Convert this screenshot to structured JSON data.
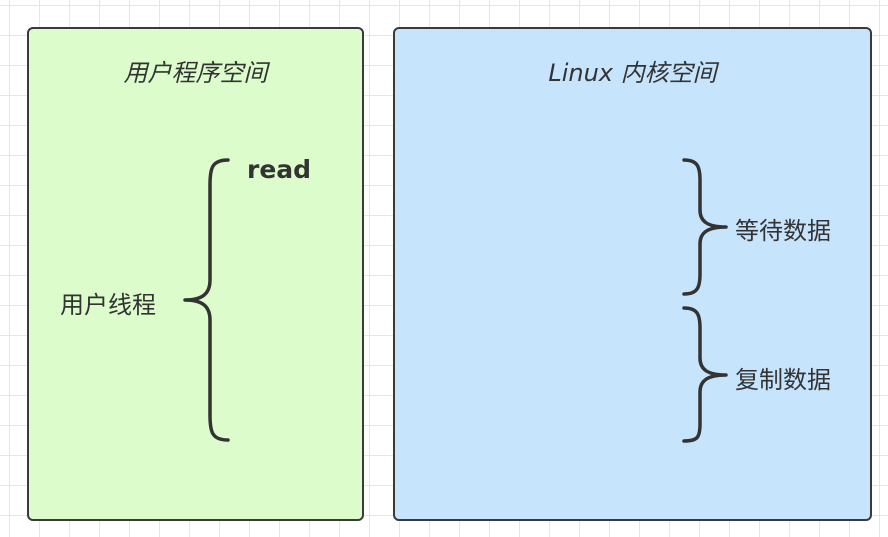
{
  "user_space": {
    "title": "用户程序空间",
    "bg_color": "#ddfccc",
    "thread_label": "用户线程",
    "call_label": "read"
  },
  "kernel_space": {
    "title": "Linux 内核空间",
    "bg_color": "#c7e4fd",
    "stage_wait": "等待数据",
    "stage_copy": "复制数据"
  }
}
